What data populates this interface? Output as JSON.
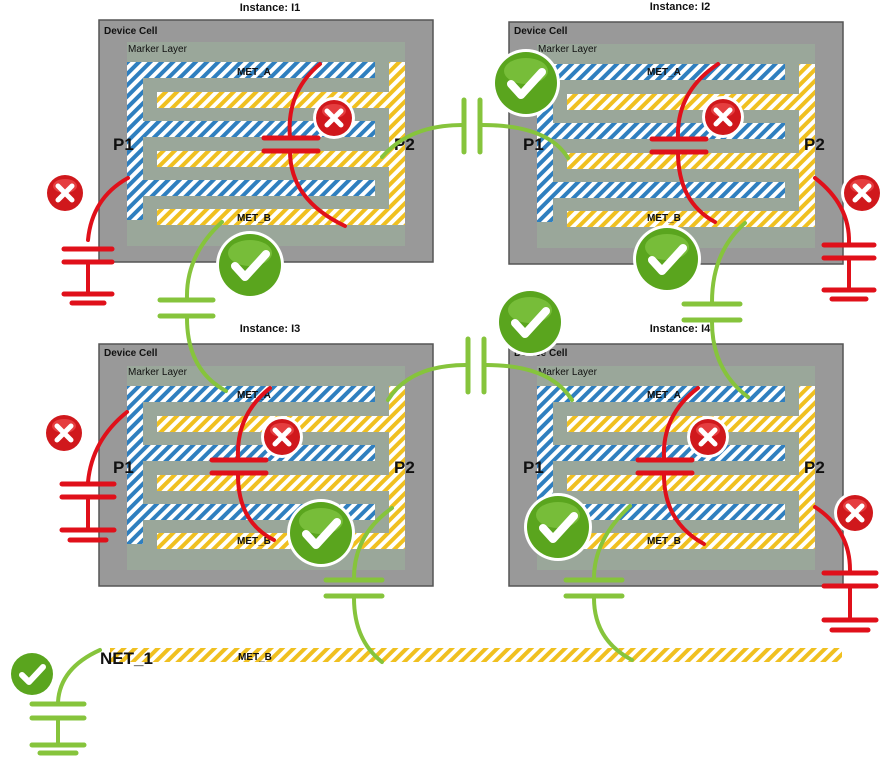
{
  "colors": {
    "cell_fill": "#999999",
    "cell_border": "#555555",
    "marker_fill": "#9aa79a",
    "met_a": "#2f7fbf",
    "met_b": "#f0c020",
    "good": "#86c43c",
    "bad": "#e0101a",
    "good_badge": "#5aa51e",
    "bad_badge": "#d0181c"
  },
  "cells": [
    {
      "instance": "Instance: I1",
      "device": "Device Cell",
      "marker": "Marker Layer",
      "met_a": "MET_A",
      "met_b": "MET_B",
      "port_left": "P1",
      "port_right": "P2"
    },
    {
      "instance": "Instance: I2",
      "device": "Device Cell",
      "marker": "Marker Layer",
      "met_a": "MET_A",
      "met_b": "MET_B",
      "port_left": "P1",
      "port_right": "P2"
    },
    {
      "instance": "Instance: I3",
      "device": "Device Cell",
      "marker": "Marker Layer",
      "met_a": "MET_A",
      "met_b": "MET_B",
      "port_left": "P1",
      "port_right": "P2"
    },
    {
      "instance": "Instance: I4",
      "device": "Device Cell",
      "marker": "Marker Layer",
      "met_a": "MET_A",
      "met_b": "MET_B",
      "port_left": "P1",
      "port_right": "P2"
    }
  ],
  "net": {
    "label": "NET_1",
    "met_label": "MET_B"
  },
  "capacitors": [
    {
      "id": "c-i1-p1-ground",
      "status": "bad"
    },
    {
      "id": "c-i1-internal",
      "status": "bad"
    },
    {
      "id": "c-i1-p2-i2-p1",
      "status": "good"
    },
    {
      "id": "c-i1-metb-i3-meta",
      "status": "good"
    },
    {
      "id": "c-i2-internal",
      "status": "bad"
    },
    {
      "id": "c-i2-p2-ground",
      "status": "bad"
    },
    {
      "id": "c-i2-metb-i4-meta",
      "status": "good"
    },
    {
      "id": "c-i3-p2-i4-p1",
      "status": "good"
    },
    {
      "id": "c-i3-p1-ground",
      "status": "bad"
    },
    {
      "id": "c-i3-internal",
      "status": "bad"
    },
    {
      "id": "c-i3-metb-net1",
      "status": "good"
    },
    {
      "id": "c-i4-internal",
      "status": "bad"
    },
    {
      "id": "c-i4-metb-net1",
      "status": "good"
    },
    {
      "id": "c-i4-p2-ground",
      "status": "bad"
    },
    {
      "id": "c-net1-ground",
      "status": "good"
    }
  ]
}
